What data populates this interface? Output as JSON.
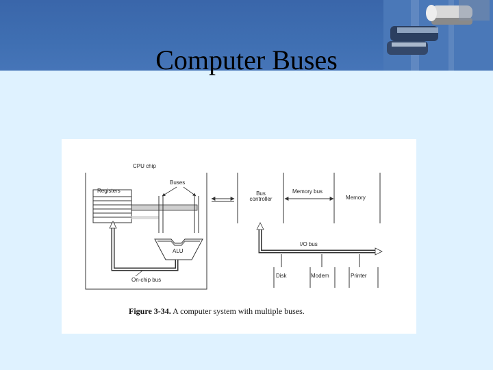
{
  "slide": {
    "title": "Computer Buses"
  },
  "figure": {
    "caption_number": "Figure 3-34.",
    "caption_text": "A computer system with multiple buses.",
    "labels": {
      "cpu_chip": "CPU chip",
      "buses": "Buses",
      "registers": "Registers",
      "alu": "ALU",
      "on_chip_bus": "On-chip bus",
      "bus_controller_line1": "Bus",
      "bus_controller_line2": "controller",
      "memory_bus": "Memory bus",
      "memory": "Memory",
      "io_bus": "I/O bus",
      "disk": "Disk",
      "modem": "Modem",
      "printer": "Printer"
    }
  }
}
